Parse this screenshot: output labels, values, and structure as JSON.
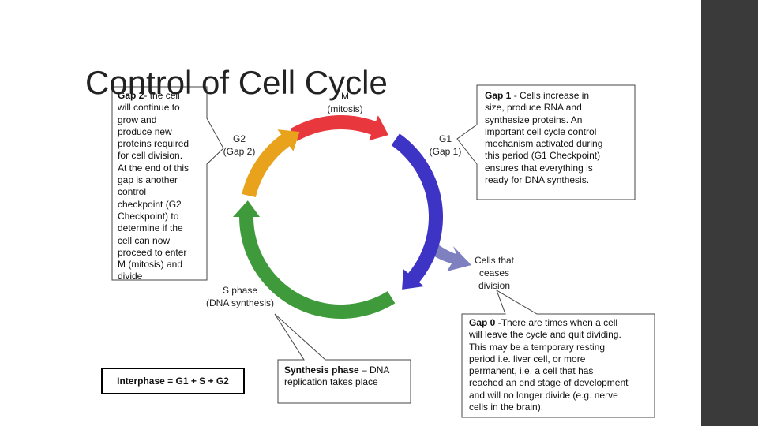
{
  "title": "Control of Cell Cycle",
  "colors": {
    "m_phase": "#e8383d",
    "g1_phase": "#3d33c4",
    "s_phase": "#3e9a3a",
    "g2_phase": "#e8a21c",
    "g0_exit": "#7f80c0",
    "sidebar": "#3a3a3a"
  },
  "phases": {
    "m": {
      "line1": "M",
      "line2": "(mitosis)"
    },
    "g1": {
      "line1": "G1",
      "line2": "(Gap 1)"
    },
    "g2": {
      "line1": "G2",
      "line2": "(Gap 2)"
    },
    "s": {
      "line1": "S phase",
      "line2": "(DNA synthesis)"
    },
    "g0": {
      "line1": "Cells that",
      "line2": "ceases",
      "line3": "division"
    }
  },
  "callouts": {
    "gap2": {
      "head": "Gap 2",
      "lines": [
        "- the cell",
        "will continue to",
        "grow and",
        "produce new",
        "proteins required",
        "for cell division.",
        "At the end of this",
        "gap is another",
        "control",
        "checkpoint (G2",
        "Checkpoint) to",
        "determine if the",
        "cell can now",
        "proceed to enter",
        "M (mitosis) and",
        "divide"
      ]
    },
    "gap1": {
      "head": "Gap 1",
      "lines": [
        " - Cells increase in",
        "size, produce RNA and",
        "synthesize proteins. An",
        "important cell cycle control",
        "mechanism activated during",
        "this period (G1 Checkpoint)",
        "ensures that everything is",
        "ready for DNA synthesis."
      ]
    },
    "gap0": {
      "head": "Gap 0",
      "lines": [
        " -There are times when a cell",
        "will leave the cycle and quit dividing.",
        "This may be a temporary resting",
        "period i.e. liver cell, or more",
        "permanent, i.e. a cell that has",
        "reached an end stage of development",
        "and will no longer divide (e.g. nerve",
        "cells in the brain)."
      ]
    },
    "synthesis": {
      "head": "Synthesis phase",
      "lines": [
        " – DNA",
        "replication takes place"
      ]
    }
  },
  "interphase": "Interphase = G1 + S + G2"
}
